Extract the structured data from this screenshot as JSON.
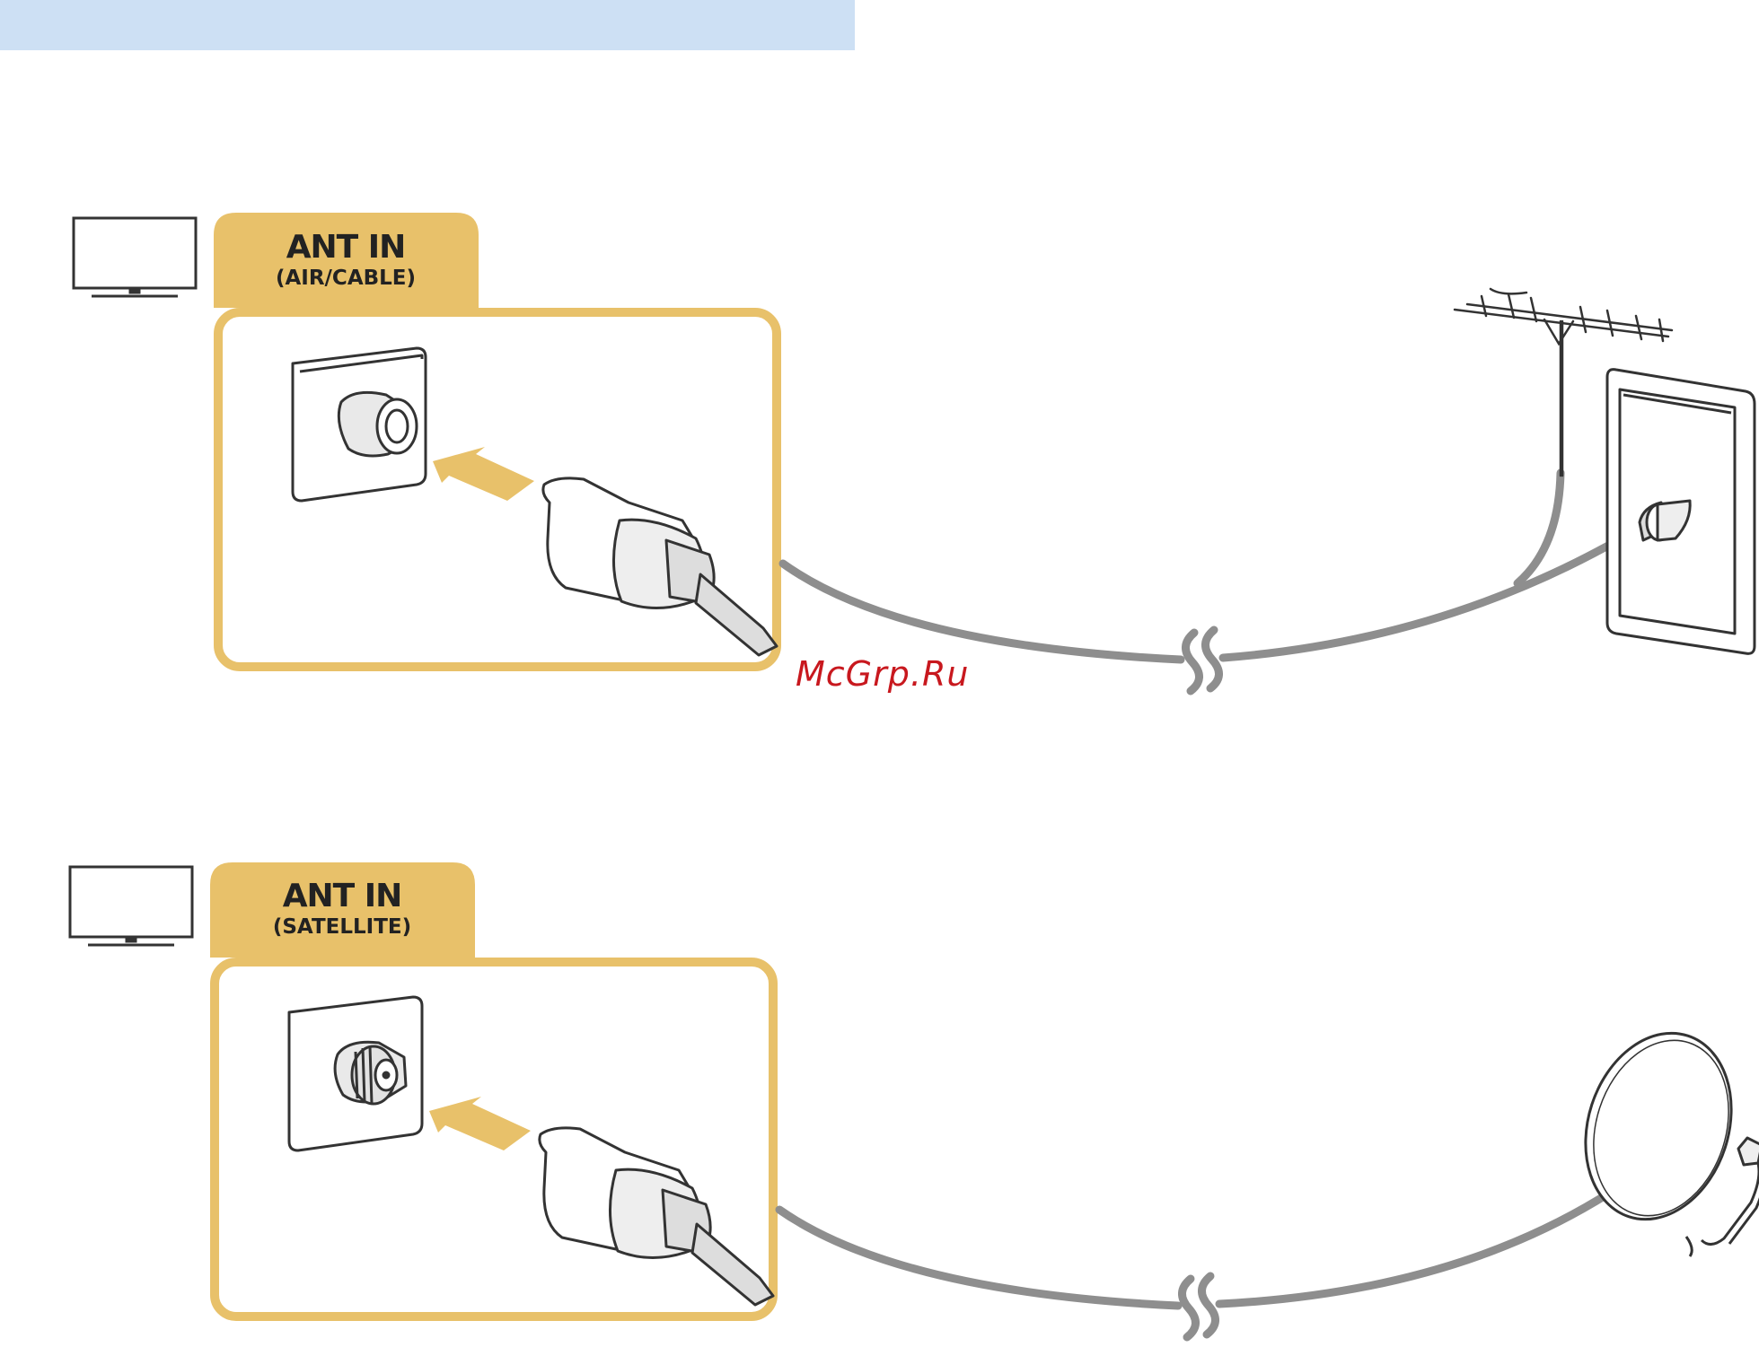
{
  "colors": {
    "header_band": "#cde0f4",
    "panel": "#e8c16a",
    "cable": "#8e8e8e",
    "outline": "#333333",
    "watermark": "#c8181e"
  },
  "panels": [
    {
      "title": "ANT IN",
      "subtitle": "(AIR/CABLE)",
      "connector": "coaxial-pin",
      "source": "antenna"
    },
    {
      "title": "ANT IN",
      "subtitle": "(SATELLITE)",
      "connector": "threaded-f-type",
      "source": "satellite-dish"
    }
  ],
  "icons": [
    "tv-icon",
    "arrow-icon",
    "cable-break-icon",
    "antenna-icon",
    "wall-outlet-icon",
    "satellite-dish-icon"
  ],
  "watermark": {
    "text": "McGrp.Ru"
  }
}
